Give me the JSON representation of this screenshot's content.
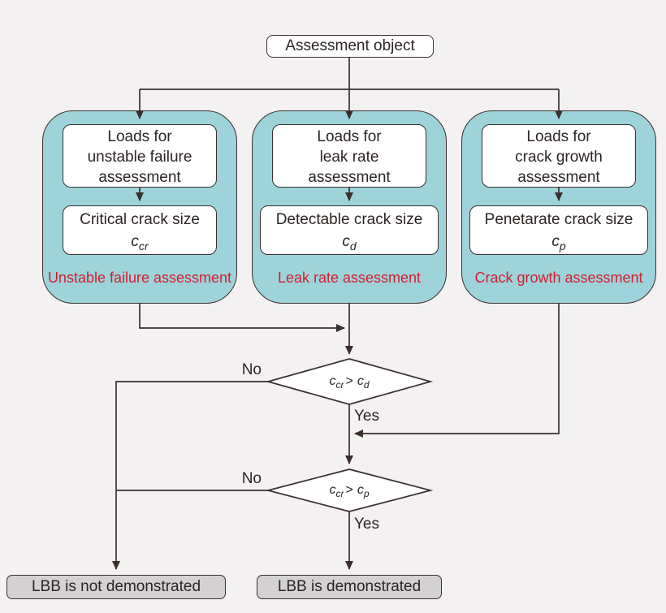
{
  "title": {
    "label": "Assessment object"
  },
  "columns": [
    {
      "loads_lines": [
        "Loads for",
        "unstable failure",
        "assessment"
      ],
      "crack_label": "Critical crack size",
      "crack_symbol": "c",
      "crack_sub": "cr",
      "footer": "Unstable failure assessment"
    },
    {
      "loads_lines": [
        "Loads for",
        "leak rate",
        "assessment"
      ],
      "crack_label": "Detectable crack size",
      "crack_symbol": "c",
      "crack_sub": "d",
      "footer": "Leak rate assessment"
    },
    {
      "loads_lines": [
        "Loads for",
        "crack growth",
        "assessment"
      ],
      "crack_label": "Penetarate crack size",
      "crack_symbol": "c",
      "crack_sub": "p",
      "footer": "Crack growth assessment"
    }
  ],
  "decisions": [
    {
      "lhs": "c",
      "lhs_sub": "cr",
      "op": ">",
      "rhs": "c",
      "rhs_sub": "d",
      "no": "No",
      "yes": "Yes"
    },
    {
      "lhs": "c",
      "lhs_sub": "cr",
      "op": ">",
      "rhs": "c",
      "rhs_sub": "p",
      "no": "No",
      "yes": "Yes"
    }
  ],
  "outcomes": {
    "negative": "LBB is not demonstrated",
    "positive": "LBB is demonstrated"
  },
  "colors": {
    "background": "#f3f1f1",
    "panel_teal": "#9ed3dc",
    "line": "#3a2f2c",
    "text": "#2c2523",
    "accent_red": "#d01f2e",
    "outcome_gray": "#d3d1d2",
    "node_white": "#ffffff"
  }
}
